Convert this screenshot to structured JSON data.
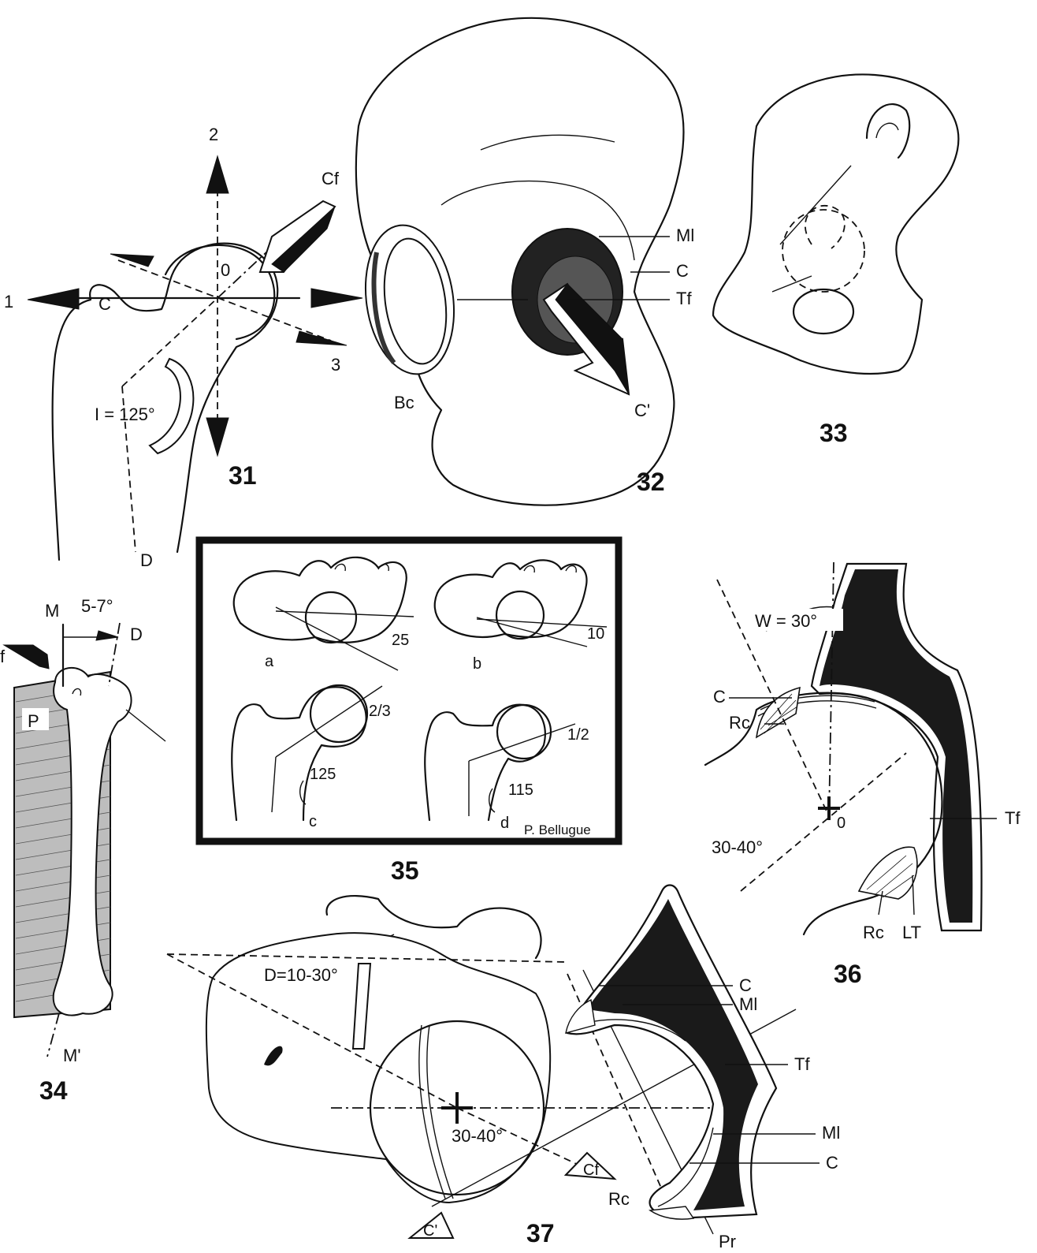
{
  "figures": {
    "fig31": {
      "number": "31",
      "labels": {
        "axis1": "1",
        "axis2": "2",
        "axis3": "3",
        "center": "0",
        "force": "Cf",
        "head": "C",
        "angle": "I = 125°",
        "diaphysis": "D"
      }
    },
    "fig32": {
      "number": "32",
      "labels": {
        "ml": "Ml",
        "c": "C",
        "tf": "Tf",
        "bc": "Bc",
        "cprime": "C'"
      }
    },
    "fig33": {
      "number": "33"
    },
    "fig34": {
      "number": "34",
      "labels": {
        "m": "M",
        "angle": "5-7°",
        "d": "D",
        "f": "f",
        "p": "P",
        "mprime": "M'"
      }
    },
    "fig35": {
      "number": "35",
      "labels": {
        "a": "a",
        "b": "b",
        "c": "c",
        "d": "d",
        "v25": "25",
        "v10": "10",
        "v23": "2/3",
        "v125": "125",
        "v12": "1/2",
        "v115": "115",
        "author": "P. Bellugue"
      }
    },
    "fig36": {
      "number": "36",
      "labels": {
        "angle": "W = 30°",
        "c": "C",
        "rc": "Rc",
        "tf": "Tf",
        "o": "0",
        "angle2": "30-40°",
        "rc2": "Rc",
        "lt": "LT"
      }
    },
    "fig37": {
      "number": "37",
      "labels": {
        "d": "D=10-30°",
        "c": "C",
        "ml": "Ml",
        "tf": "Tf",
        "ml2": "Ml",
        "c2": "C",
        "angle": "30-40°",
        "cf": "Cf",
        "cprime": "C'",
        "rc": "Rc",
        "pr": "Pr"
      }
    }
  }
}
